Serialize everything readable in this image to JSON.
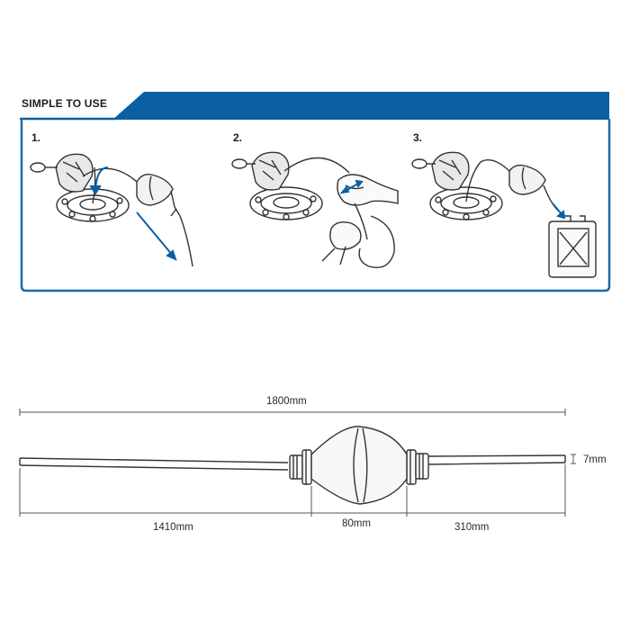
{
  "colors": {
    "accent": "#0d5fa3",
    "panel_border": "#1a6aa8",
    "line": "#333333"
  },
  "instructions": {
    "title": "SIMPLE TO USE",
    "steps": [
      {
        "number": "1.",
        "illustration": "priming-fuel-pump-icon"
      },
      {
        "number": "2.",
        "illustration": "squeezing-bulb-icon"
      },
      {
        "number": "3.",
        "illustration": "filling-jerrycan-icon"
      }
    ]
  },
  "dimensions": {
    "total_length": "1800mm",
    "left_hose": "1410mm",
    "bulb": "80mm",
    "right_hose": "310mm",
    "hose_diameter": "7mm"
  }
}
